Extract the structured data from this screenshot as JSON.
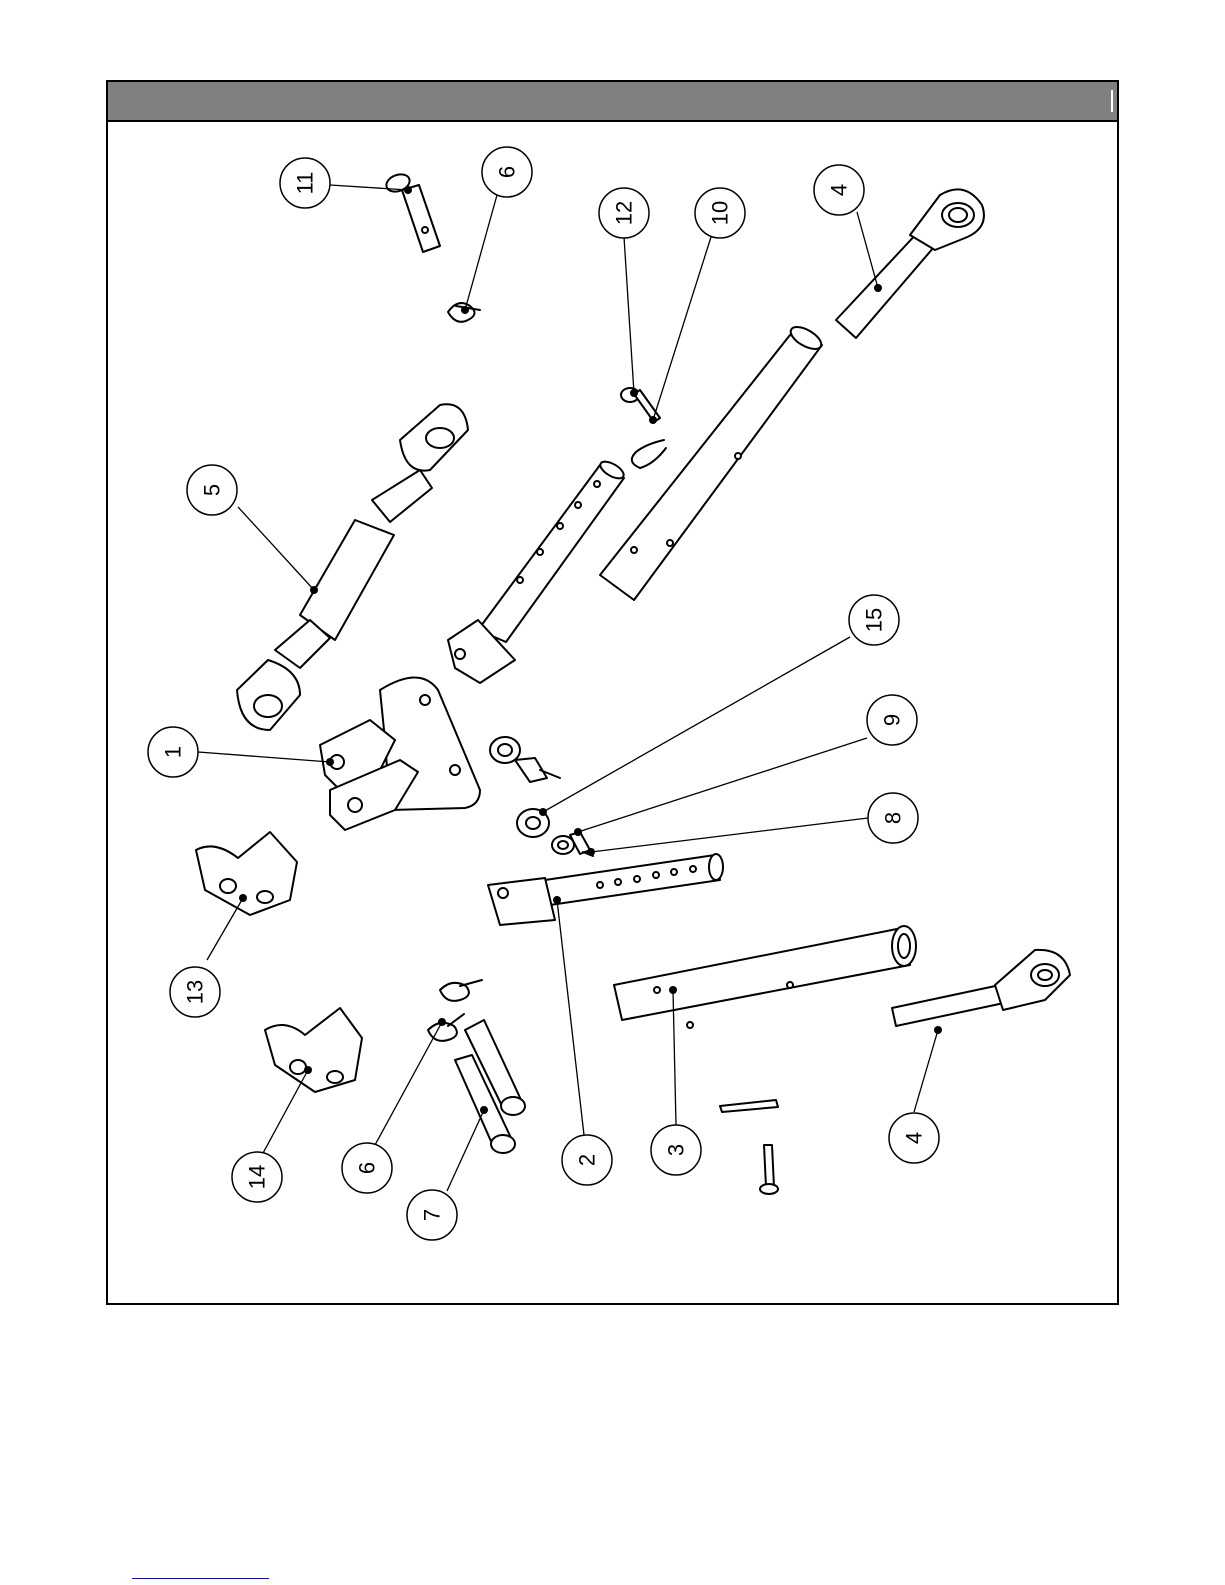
{
  "colors": {
    "header_bar": "#808080",
    "footer_rule": "#0000ff"
  },
  "callouts": {
    "c11": "11",
    "c6a": "6",
    "c12": "12",
    "c10": "10",
    "c4a": "4",
    "c5": "5",
    "c15": "15",
    "c9": "9",
    "c8": "8",
    "c1": "1",
    "c13": "13",
    "c14": "14",
    "c6b": "6",
    "c7": "7",
    "c2": "2",
    "c3": "3",
    "c4b": "4"
  }
}
